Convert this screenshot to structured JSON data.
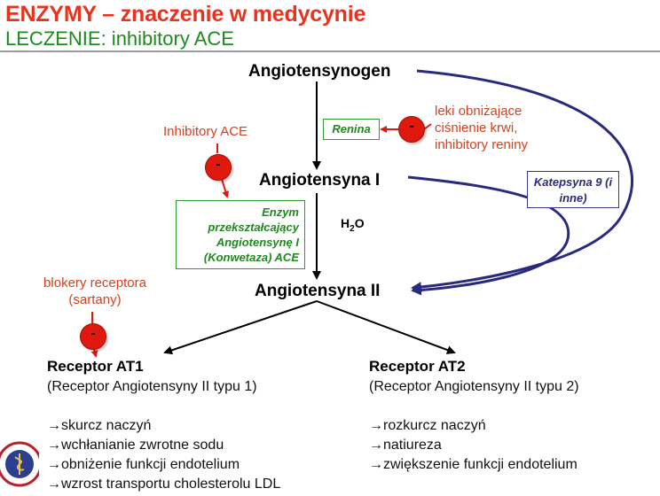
{
  "header": {
    "title": "ENZYMY – znaczenie w medycynie",
    "subtitle": "LECZENIE: inhibitory ACE"
  },
  "nodes": {
    "angiotensynogen": "Angiotensynogen",
    "angiotensyna1": "Angiotensyna I",
    "angiotensyna2": "Angiotensyna II"
  },
  "boxes": {
    "renina": "Renina",
    "enzym": "Enzym przekształcający Angiotensynę I (Konwetaza) ACE",
    "katepsyna": "Katepsyna 9 (i inne)"
  },
  "labels": {
    "leki_line1": "leki obniżające",
    "leki_line2": "ciśnienie krwi,",
    "leki_line3": "inhibitory reniny",
    "inhibitory_ace": "Inhibitory ACE",
    "blokery_line1": "blokery receptora",
    "blokery_line2": "(sartany)",
    "h2o": "H",
    "h2o_sub": "2",
    "h2o_o": "O",
    "inhibit_symbol": "-"
  },
  "receptors": {
    "at1": {
      "title": "Receptor AT1",
      "subtitle": "(Receptor Angiotensyny II typu 1)",
      "effects": [
        "skurcz naczyń",
        "wchłanianie zwrotne sodu",
        "obniżenie funkcji endotelium",
        "wzrost transportu cholesterolu LDL"
      ]
    },
    "at2": {
      "title": "Receptor AT2",
      "subtitle": "(Receptor Angiotensyny II typu 2)",
      "effects": [
        "rozkurcz naczyń",
        "natiureza",
        "zwiększenie funkcji endotelium"
      ]
    },
    "arrow_glyph": "→"
  },
  "colors": {
    "title_red": "#e8331e",
    "subtitle_green": "#1d8a1d",
    "inhibitor_red": "#e0190f",
    "curve_blue": "#2a2a7c"
  }
}
